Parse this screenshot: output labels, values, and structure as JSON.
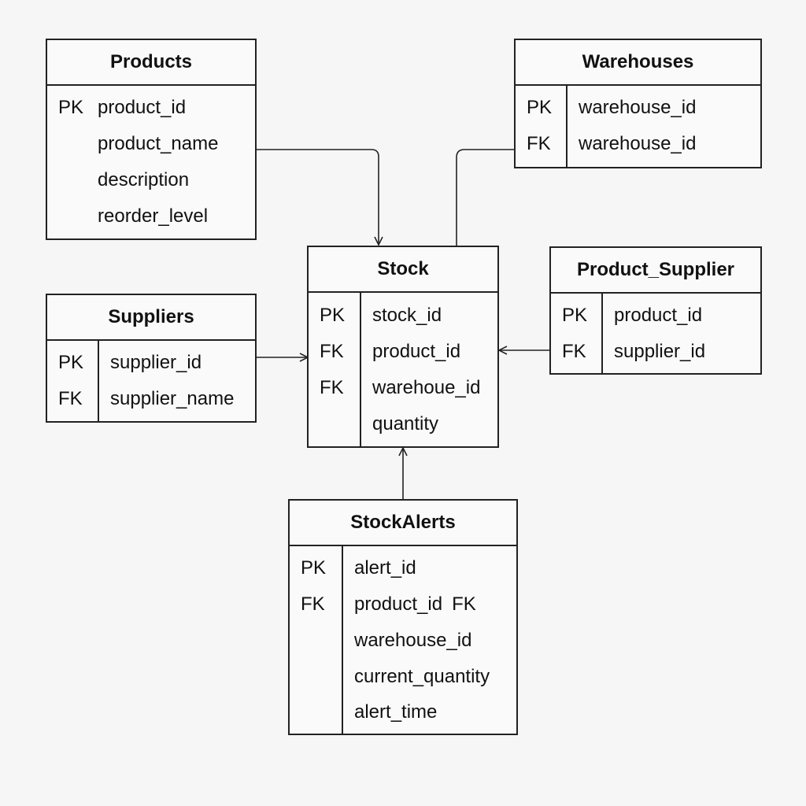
{
  "diagram": {
    "entities": {
      "products": {
        "title": "Products",
        "rows": [
          {
            "key": "PK",
            "field": "product_id"
          },
          {
            "key": "",
            "field": "product_name"
          },
          {
            "key": "",
            "field": "description"
          },
          {
            "key": "",
            "field": "reorder_level"
          }
        ]
      },
      "warehouses": {
        "title": "Warehouses",
        "rows": [
          {
            "key": "PK",
            "field": "warehouse_id"
          },
          {
            "key": "FK",
            "field": "warehouse_id"
          }
        ]
      },
      "stock": {
        "title": "Stock",
        "rows": [
          {
            "key": "PK",
            "field": "stock_id"
          },
          {
            "key": "FK",
            "field": "product_id"
          },
          {
            "key": "FK",
            "field": "warehoue_id"
          },
          {
            "key": "",
            "field": "quantity"
          }
        ]
      },
      "product_supplier": {
        "title": "Product_Supplier",
        "rows": [
          {
            "key": "PK",
            "field": "product_id"
          },
          {
            "key": "FK",
            "field": "supplier_id"
          }
        ]
      },
      "suppliers": {
        "title": "Suppliers",
        "rows": [
          {
            "key": "PK",
            "field": "supplier_id"
          },
          {
            "key": "FK",
            "field": "supplier_name"
          }
        ]
      },
      "stock_alerts": {
        "title": "StockAlerts",
        "rows": [
          {
            "key": "PK",
            "field": "alert_id"
          },
          {
            "key": "FK",
            "field": "product_id",
            "suffix": "FK"
          },
          {
            "key": "",
            "field": "warehouse_id"
          },
          {
            "key": "",
            "field": "current_quantity"
          },
          {
            "key": "",
            "field": "alert_time"
          }
        ]
      }
    }
  }
}
